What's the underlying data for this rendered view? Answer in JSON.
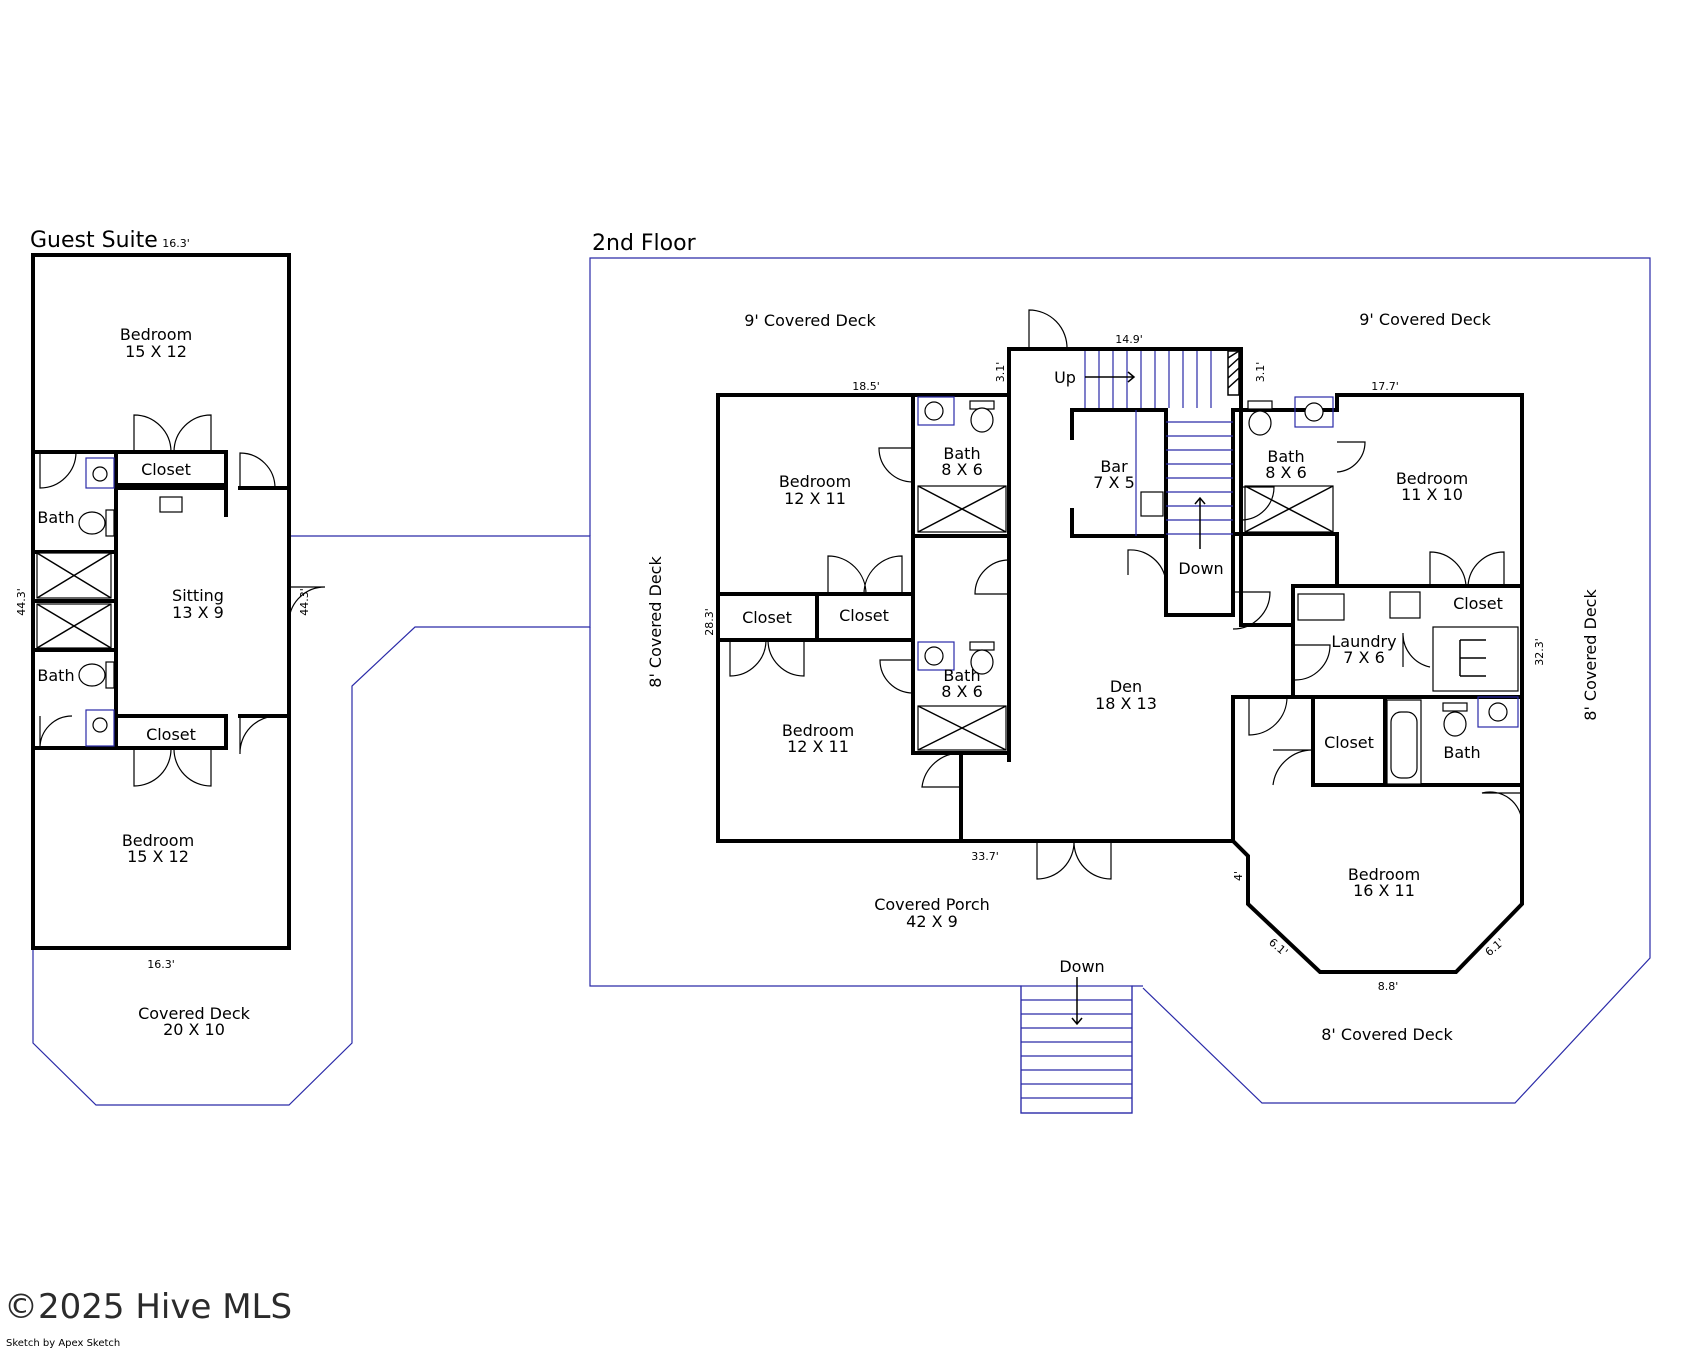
{
  "guest_suite": {
    "title": "Guest Suite",
    "dims": {
      "top": "16.3'",
      "left": "44.3'",
      "right": "44.3'",
      "bottom": "16.3'"
    },
    "rooms": {
      "bedroom_top": {
        "name": "Bedroom",
        "size": "15 X 12"
      },
      "closet_top": {
        "name": "Closet"
      },
      "bath_top": {
        "name": "Bath"
      },
      "sitting": {
        "name": "Sitting",
        "size": "13 X 9"
      },
      "bath_bottom": {
        "name": "Bath"
      },
      "closet_bottom": {
        "name": "Closet"
      },
      "bedroom_bottom": {
        "name": "Bedroom",
        "size": "15 X 12"
      },
      "covered_deck": {
        "name": "Covered Deck",
        "size": "20 X 10"
      }
    }
  },
  "second_floor": {
    "title": "2nd Floor",
    "dims": {
      "left_top": "18.5'",
      "left_bath": "3.1'",
      "stair_top": "14.9'",
      "right_bath": "3.1'",
      "right_top": "17.7'",
      "left_side": "28.3'",
      "right_side": "32.3'",
      "bottom": "33.7'",
      "bay_left_side": "4'",
      "bay_diag_left": "6.1'",
      "bay_bottom": "8.8'",
      "bay_diag_right": "6.1'"
    },
    "rooms": {
      "deck_top_left": {
        "name": "9' Covered Deck"
      },
      "deck_top_right": {
        "name": "9' Covered Deck"
      },
      "deck_left": {
        "name": "8' Covered Deck"
      },
      "deck_right": {
        "name": "8' Covered Deck"
      },
      "deck_bottom_right": {
        "name": "8' Covered Deck"
      },
      "bedroom_nw": {
        "name": "Bedroom",
        "size": "12 X 11"
      },
      "bath_nw": {
        "name": "Bath",
        "size": "8 X 6"
      },
      "closet_w1": {
        "name": "Closet"
      },
      "closet_w2": {
        "name": "Closet"
      },
      "bedroom_sw": {
        "name": "Bedroom",
        "size": "12 X 11"
      },
      "bath_sw": {
        "name": "Bath",
        "size": "8 X 6"
      },
      "stair_up": {
        "name": "Up"
      },
      "bar": {
        "name": "Bar",
        "size": "7 X 5"
      },
      "stair_down": {
        "name": "Down"
      },
      "den": {
        "name": "Den",
        "size": "18 X 13"
      },
      "bath_ne": {
        "name": "Bath",
        "size": "8 X 6"
      },
      "bedroom_ne": {
        "name": "Bedroom",
        "size": "11 X 10"
      },
      "laundry": {
        "name": "Laundry",
        "size": "7 X 6"
      },
      "closet_ne": {
        "name": "Closet"
      },
      "closet_e": {
        "name": "Closet"
      },
      "bath_e": {
        "name": "Bath"
      },
      "bedroom_se": {
        "name": "Bedroom",
        "size": "16 X 11"
      },
      "covered_porch": {
        "name": "Covered Porch",
        "size": "42 X 9"
      },
      "stair_exterior": {
        "name": "Down"
      }
    }
  },
  "watermark": "©2025 Hive MLS",
  "credit": "Sketch by Apex Sketch"
}
